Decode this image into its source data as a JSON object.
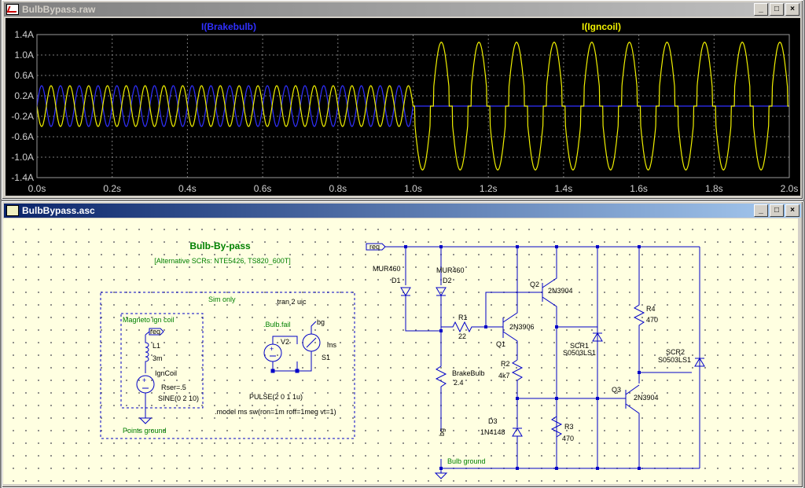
{
  "plot_window": {
    "title": "BulbBypass.raw",
    "buttons": {
      "minimize": "_",
      "maximize": "□",
      "close": "×"
    },
    "traces": [
      {
        "name": "I(Brakebulb)",
        "color": "#3030ff"
      },
      {
        "name": "I(Igncoil)",
        "color": "#f0f000"
      }
    ],
    "y_ticks": [
      "1.4A",
      "1.0A",
      "0.6A",
      "0.2A",
      "-0.2A",
      "-0.6A",
      "-1.0A",
      "-1.4A"
    ],
    "x_ticks": [
      "0.0s",
      "0.2s",
      "0.4s",
      "0.6s",
      "0.8s",
      "1.0s",
      "1.2s",
      "1.4s",
      "1.6s",
      "1.8s",
      "2.0s"
    ]
  },
  "schematic_window": {
    "title": "BulbBypass.asc",
    "buttons": {
      "minimize": "_",
      "maximize": "□",
      "close": "×"
    },
    "title_text": "Bulb-By-pass",
    "subtitle_text": "[Alternative SCRs: NTE5426, TS820_600T]",
    "sim_only_label": "Sim only",
    "tran_directive": ".tran 2 uic",
    "magneto_label": "Magneto ign coil",
    "bulb_fail_label": ".Bulb.fail",
    "pulse_text": "PULSE(2 0 1 1u)",
    "model_text": ".model ms sw(ron=1m roff=1meg vt=1)",
    "points_ground": "Points ground",
    "bulb_ground": "Bulb ground",
    "components": {
      "req1": "req",
      "L1": "L1",
      "L1v": "3m",
      "igncoil": "IgnCoil",
      "rser": "Rser=.5",
      "sine": "SINE(0 2 10)",
      "V2": "V2",
      "S1": "S1",
      "bg": "bg",
      "ms": "ms",
      "req2": "req",
      "D1": "D1",
      "D1v": "MUR460",
      "D2": "D2",
      "D2v": "MUR460",
      "R1": "R1",
      "R1v": "22",
      "brakebulb": "BrakeBulb",
      "brakebulbv": "2.4",
      "bgflag": "bg",
      "Q1": "Q1",
      "Q1v": "2N3906",
      "Q2": "Q2",
      "Q2v": "2N3904",
      "R2": "R2",
      "R2v": "4k7",
      "D3": "D3",
      "D3v": "1N4148",
      "SCR1": "SCR1",
      "SCR1v": "S0503LS1",
      "R3": "R3",
      "R3v": "470",
      "R4": "R4",
      "R4v": "470",
      "SCR2": "SCR2",
      "SCR2v": "S0503LS1",
      "Q3": "Q3",
      "Q3v": "2N3904"
    }
  }
}
